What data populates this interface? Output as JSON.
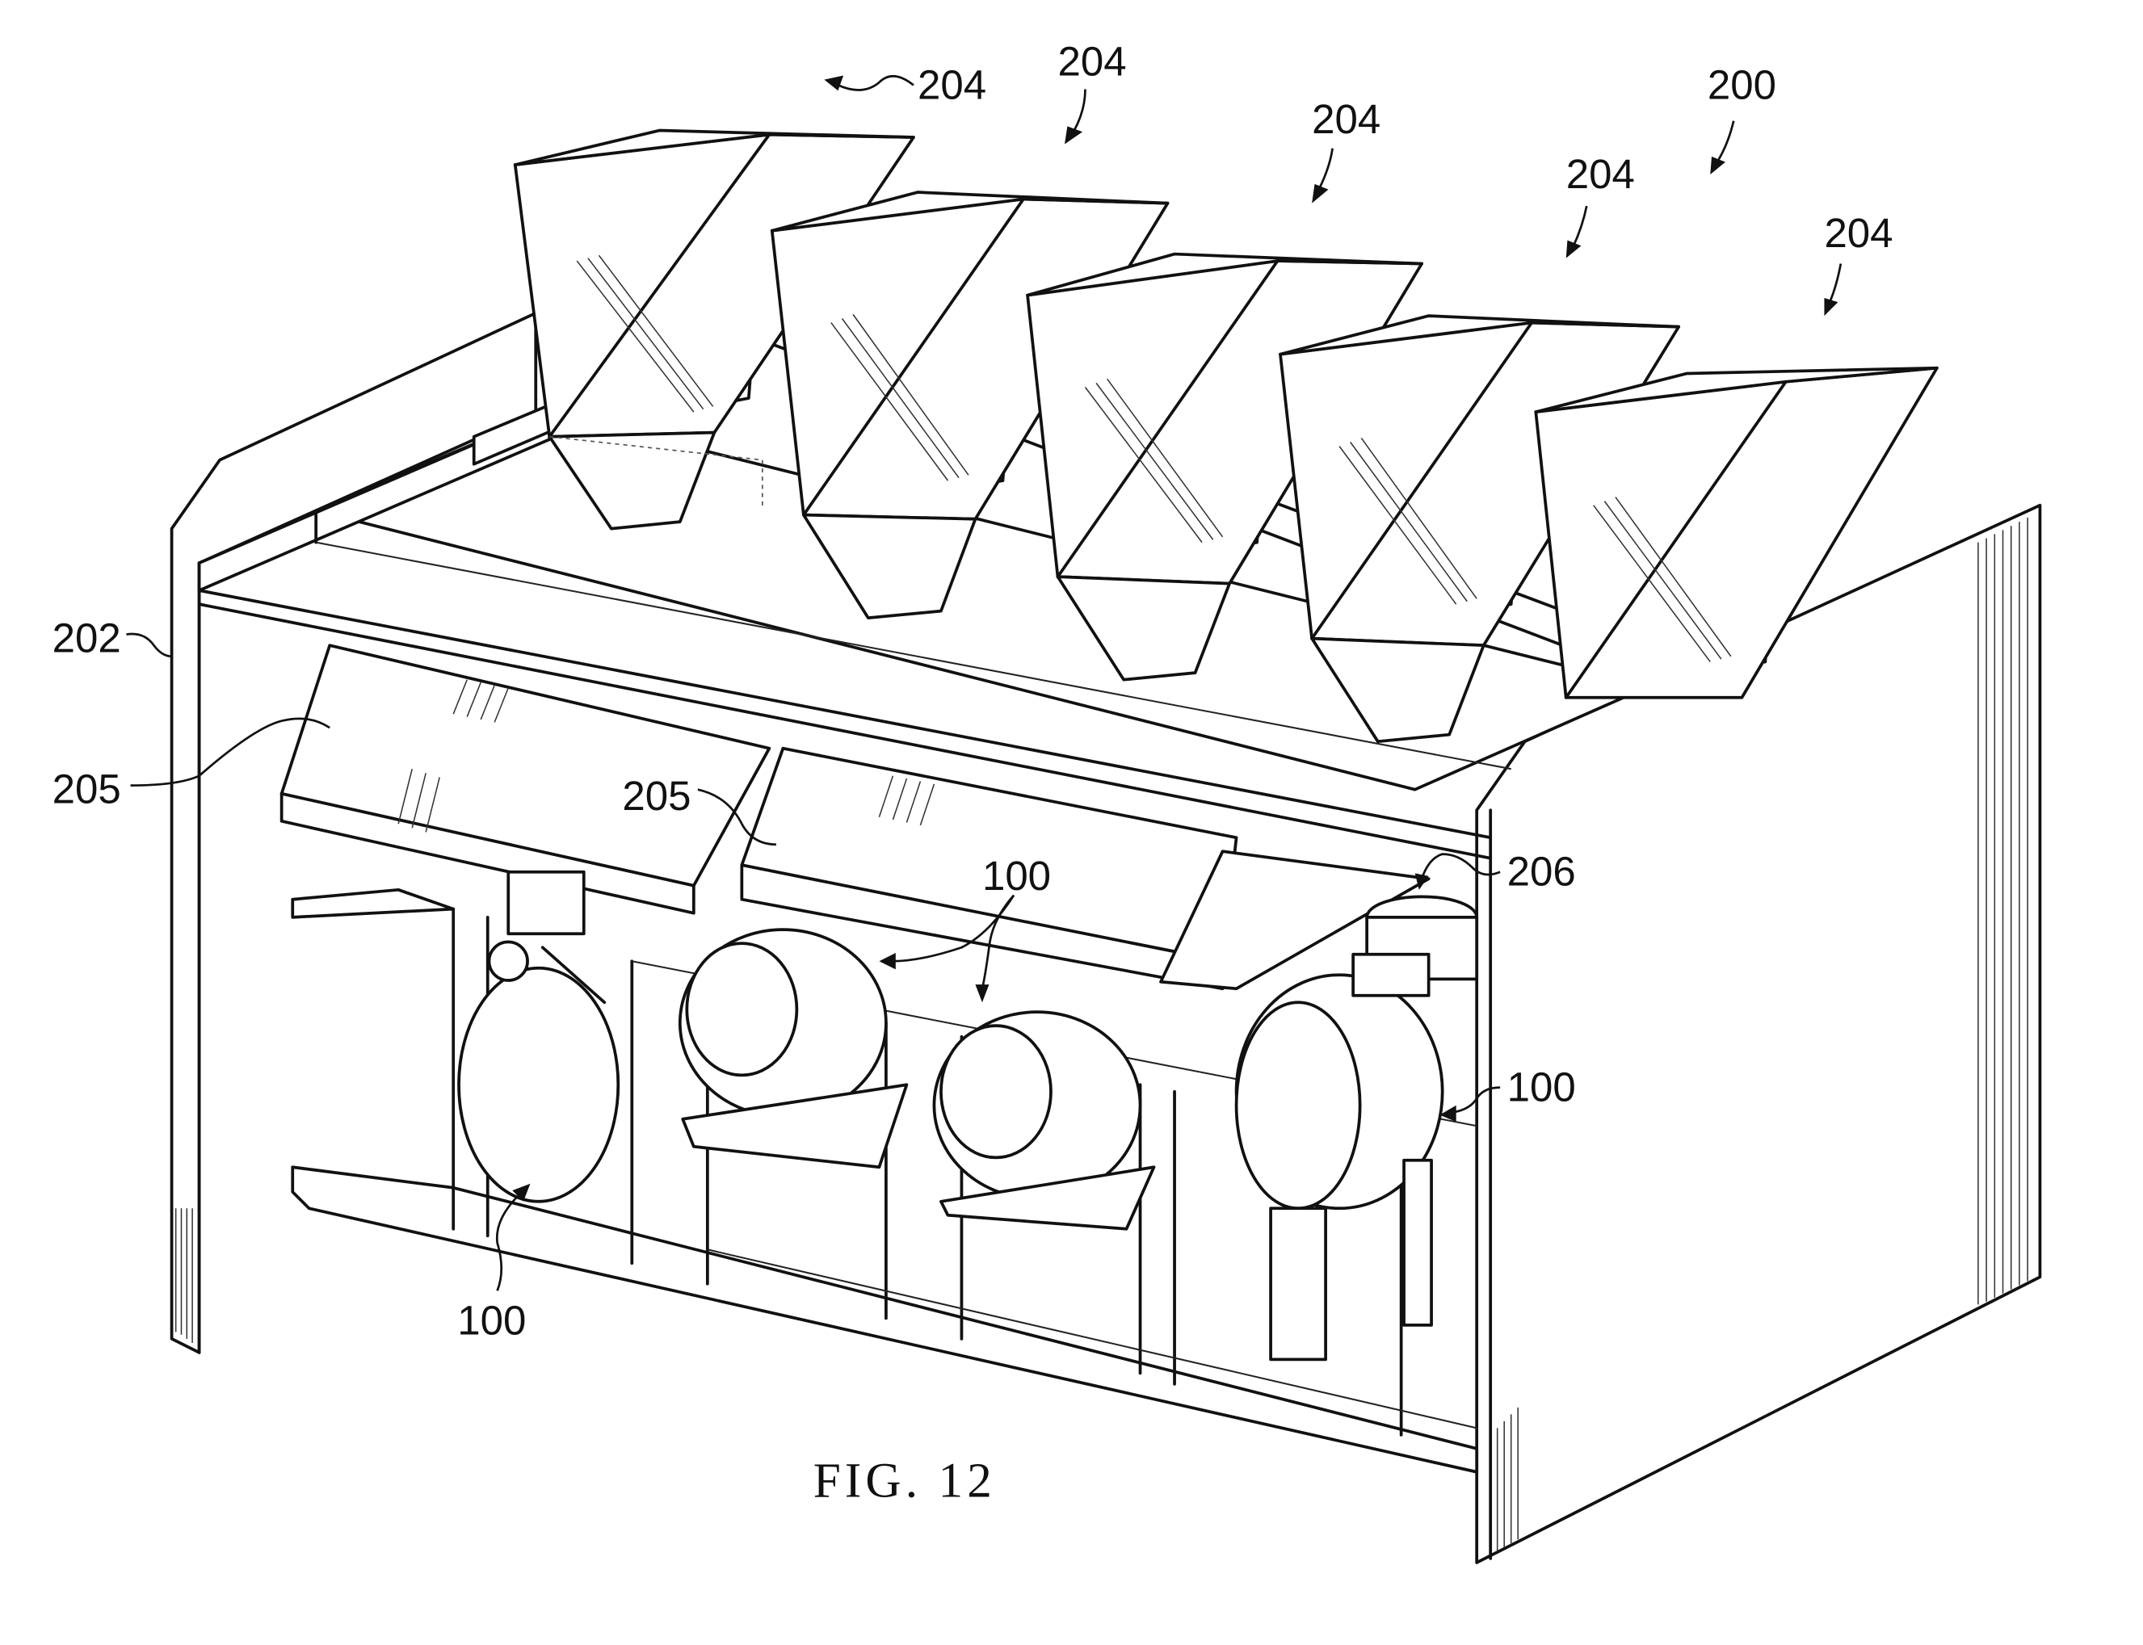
{
  "figure": {
    "caption": "FIG. 12",
    "description": "Perspective view of a dispensing apparatus with a row of hoppers above a housing containing mixing drums"
  },
  "reference_numerals": {
    "apparatus": "200",
    "side_panel": "202",
    "hoppers": [
      "204",
      "204",
      "204",
      "204",
      "204"
    ],
    "chutes": [
      "205",
      "205"
    ],
    "dispense_outlet": "206",
    "drums": [
      "100",
      "100",
      "100"
    ]
  },
  "colors": {
    "ink": "#111111",
    "paper": "#ffffff"
  }
}
